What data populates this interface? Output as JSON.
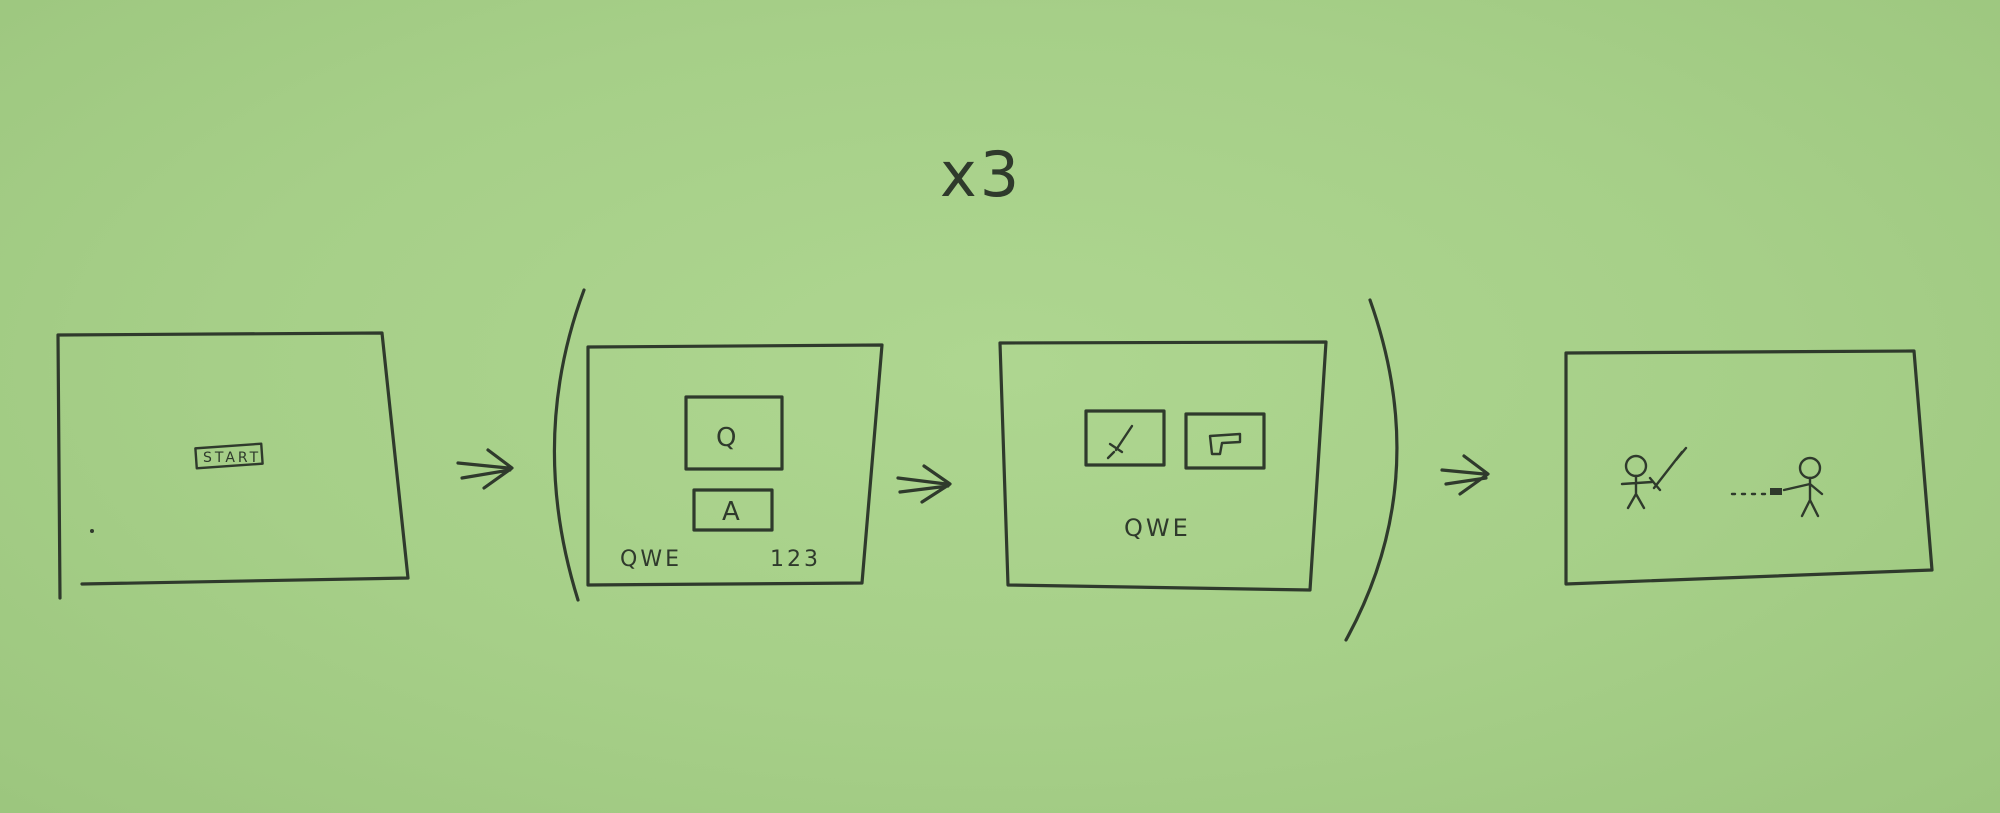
{
  "repeat_label": "x3",
  "screen1": {
    "button_label": "START"
  },
  "screen2": {
    "card_top_label": "Q",
    "card_bottom_label": "A",
    "left_label": "QWE",
    "right_label": "123"
  },
  "screen3": {
    "card_left_icon": "sword-icon",
    "card_right_icon": "gun-icon",
    "label": "QWE"
  },
  "screen4": {
    "left_figure": "stick-figure-with-sword",
    "right_figure": "stick-figure-with-gun"
  },
  "colors": {
    "paper": "#a6cf88",
    "ink": "#2f3a2c"
  }
}
